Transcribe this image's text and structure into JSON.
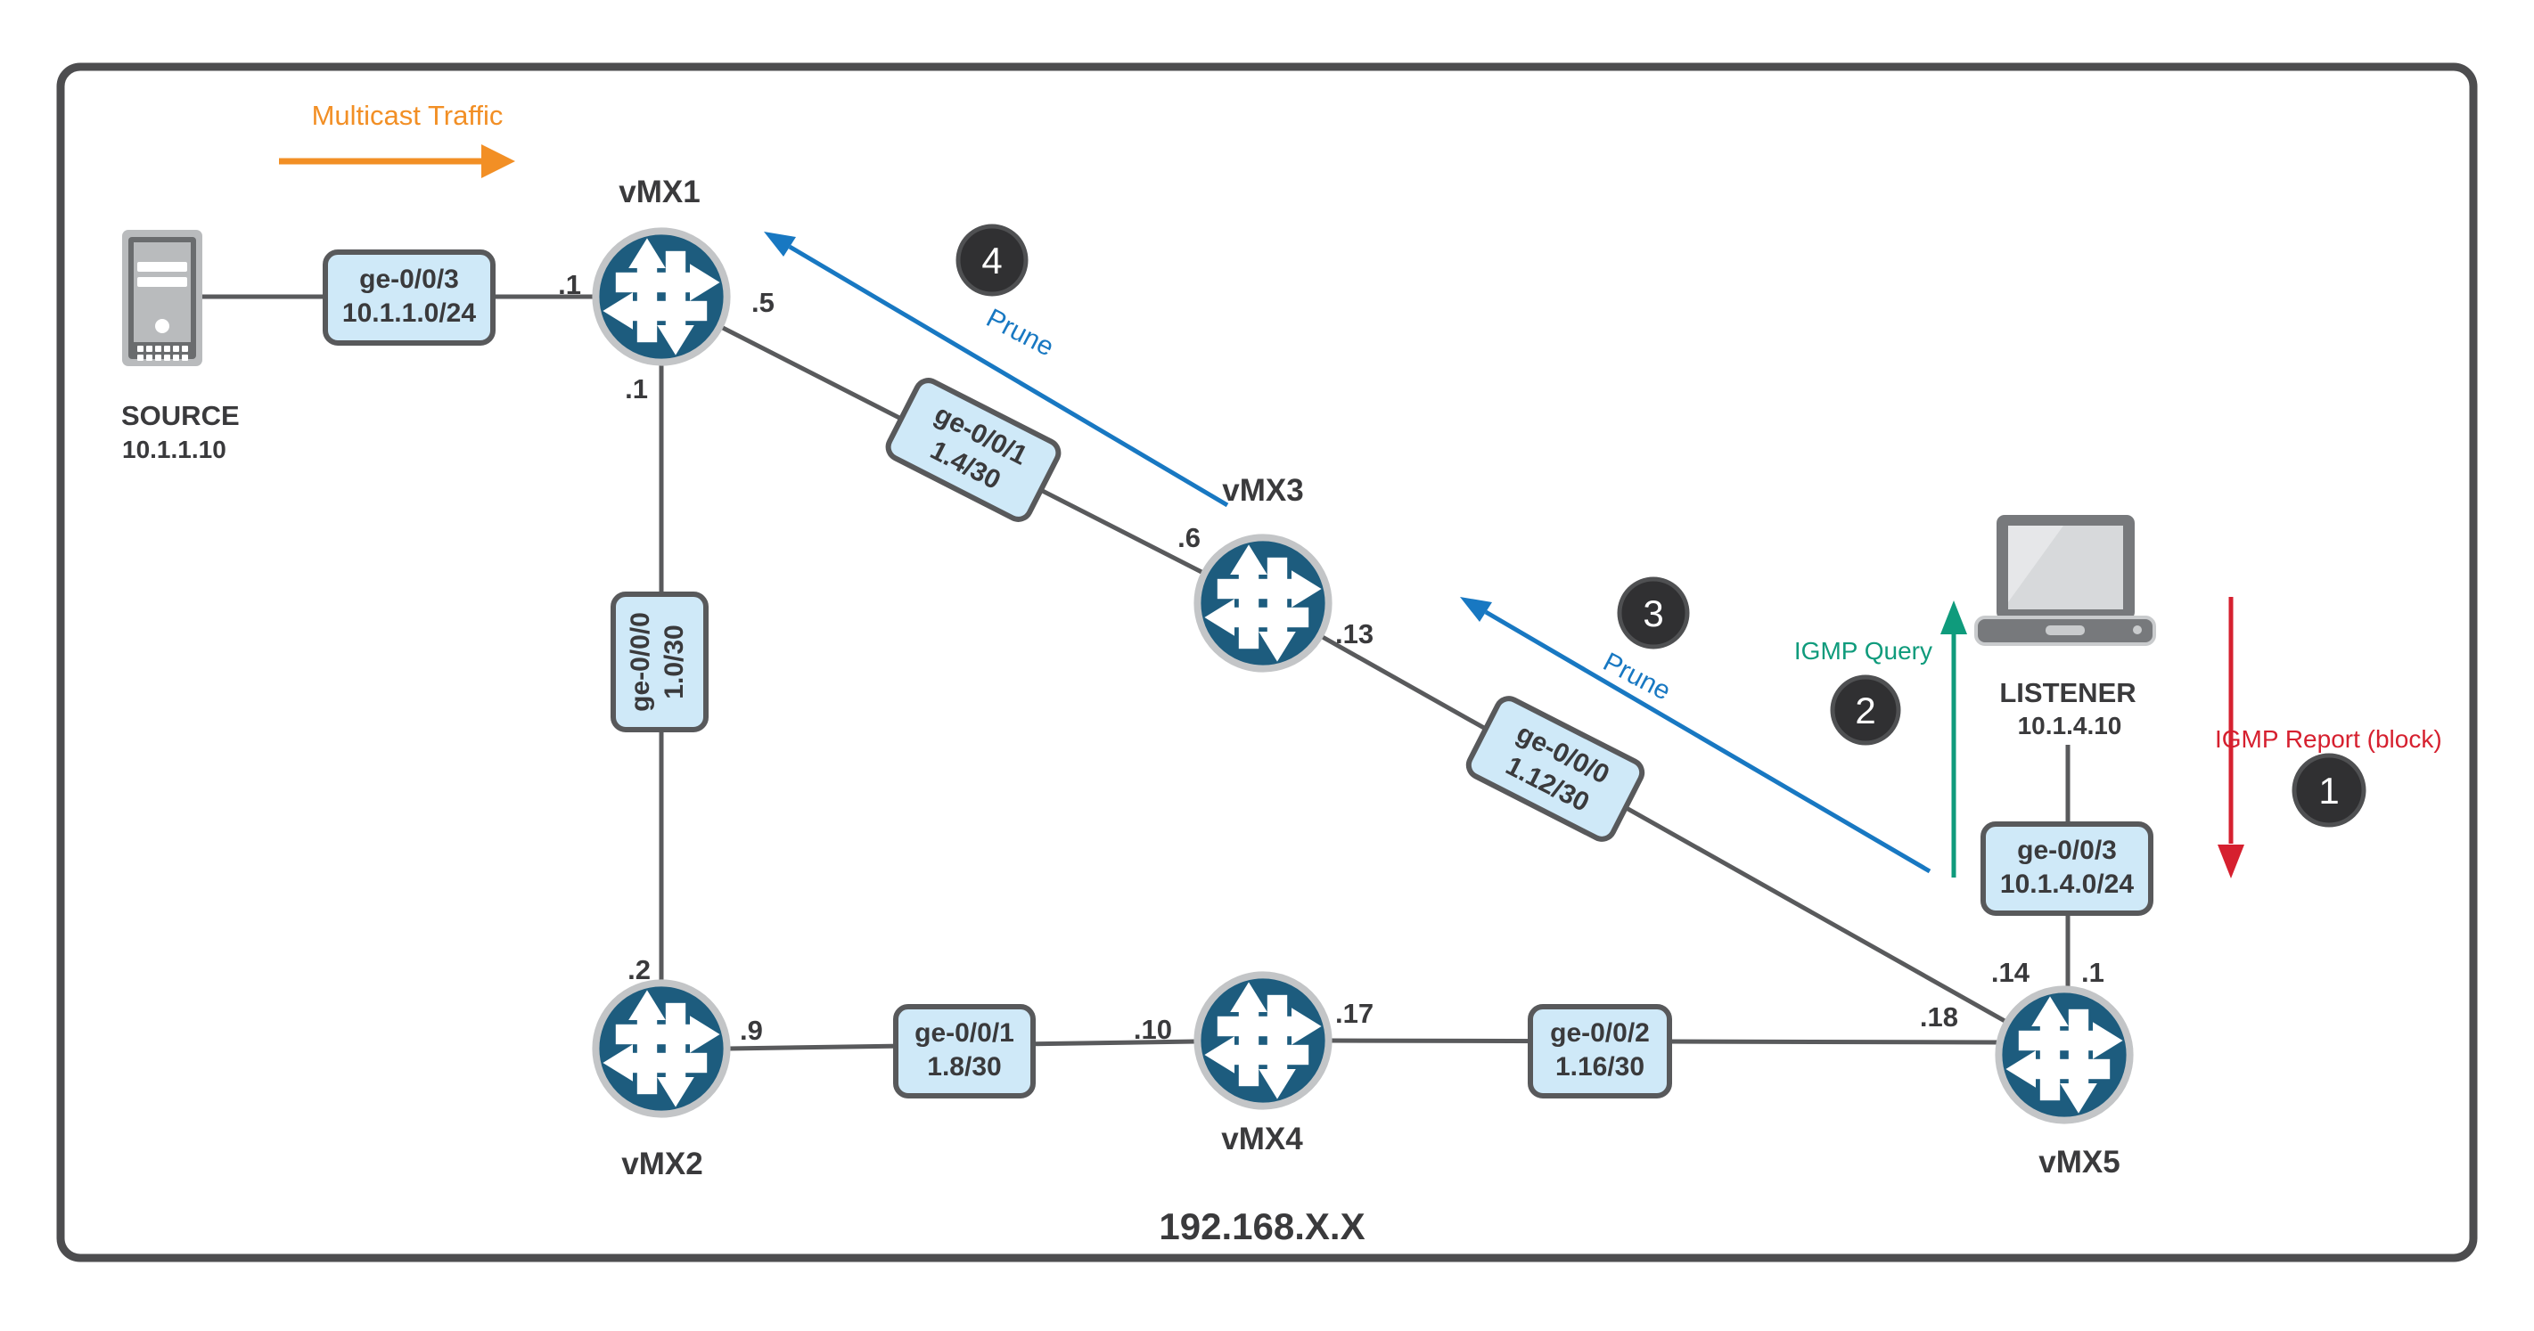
{
  "colors": {
    "accent_orange": "#f28f25",
    "accent_blue": "#1878c2",
    "accent_green": "#0f9b7c",
    "accent_red": "#d6202f",
    "router_fill": "#1d5c7e",
    "label_fill": "#cfe9f8",
    "line_gray": "#595a5c"
  },
  "frame": {
    "network_label": "192.168.X.X"
  },
  "flows": {
    "multicast": {
      "label": "Multicast Traffic"
    },
    "prune_to_vmx1": {
      "label": "Prune",
      "step": "4"
    },
    "prune_to_vmx3": {
      "label": "Prune",
      "step": "3"
    },
    "igmp_query": {
      "label": "IGMP Query",
      "step": "2"
    },
    "igmp_report": {
      "label": "IGMP Report (block)",
      "step": "1"
    }
  },
  "nodes": {
    "source": {
      "name": "SOURCE",
      "ip": "10.1.1.10"
    },
    "listener": {
      "name": "LISTENER",
      "ip": "10.1.4.10"
    },
    "vmx1": {
      "name": "vMX1"
    },
    "vmx2": {
      "name": "vMX2"
    },
    "vmx3": {
      "name": "vMX3"
    },
    "vmx4": {
      "name": "vMX4"
    },
    "vmx5": {
      "name": "vMX5"
    }
  },
  "interfaces": {
    "source_vmx1": {
      "port": "ge-0/0/3",
      "subnet": "10.1.1.0/24"
    },
    "vmx1_vmx2": {
      "port": "ge-0/0/0",
      "subnet": "1.0/30"
    },
    "vmx1_vmx3": {
      "port": "ge-0/0/1",
      "subnet": "1.4/30"
    },
    "vmx2_vmx4": {
      "port": "ge-0/0/1",
      "subnet": "1.8/30"
    },
    "vmx3_vmx5": {
      "port": "ge-0/0/0",
      "subnet": "1.12/30"
    },
    "vmx4_vmx5": {
      "port": "ge-0/0/2",
      "subnet": "1.16/30"
    },
    "vmx5_listener": {
      "port": "ge-0/0/3",
      "subnet": "10.1.4.0/24"
    }
  },
  "addressing": {
    "vmx1_source_side": ".1",
    "vmx1_vmx3_side": ".5",
    "vmx1_vmx2_side": ".1",
    "vmx2_vmx1_side": ".2",
    "vmx2_vmx4_side": ".9",
    "vmx3_vmx1_side": ".6",
    "vmx3_vmx5_side": ".13",
    "vmx4_vmx2_side": ".10",
    "vmx4_vmx5_side": ".17",
    "vmx5_vmx4_side": ".18",
    "vmx5_vmx3_side": ".14",
    "vmx5_listener_side": ".1"
  }
}
